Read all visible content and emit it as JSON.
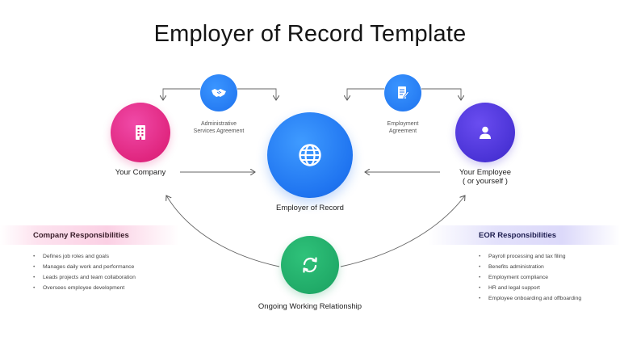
{
  "title": "Employer of Record Template",
  "nodes": {
    "company": {
      "label": "Your Company",
      "icon": "building-icon",
      "color": "#e0267f"
    },
    "employee": {
      "label_line1": "Your Employee",
      "label_line2": "( or yourself )",
      "icon": "person-icon",
      "color": "#4a33d6"
    },
    "eor": {
      "label": "Employer of Record",
      "icon": "globe-icon",
      "color": "#1f74f0"
    },
    "admin_agreement": {
      "label_line1": "Administrative",
      "label_line2": "Services Agreement",
      "icon": "handshake-icon",
      "color": "#1e72ee"
    },
    "employment_agreement": {
      "label_line1": "Employment",
      "label_line2": "Agreement",
      "icon": "document-pen-icon",
      "color": "#1e72ee"
    },
    "ongoing": {
      "label": "Ongoing Working Relationship",
      "icon": "refresh-icon",
      "color": "#1aa060"
    }
  },
  "company_responsibilities": {
    "heading": "Company Responsibilities",
    "items": [
      "Defines job roles and goals",
      "Manages daily work and performance",
      "Leads projects and team collaboration",
      "Oversees employee development"
    ]
  },
  "eor_responsibilities": {
    "heading": "EOR Responsibilities",
    "items": [
      "Payroll processing and tax filing",
      "Benefits administration",
      "Employment compliance",
      "HR and legal support",
      "Employee onboarding and offboarding"
    ]
  }
}
